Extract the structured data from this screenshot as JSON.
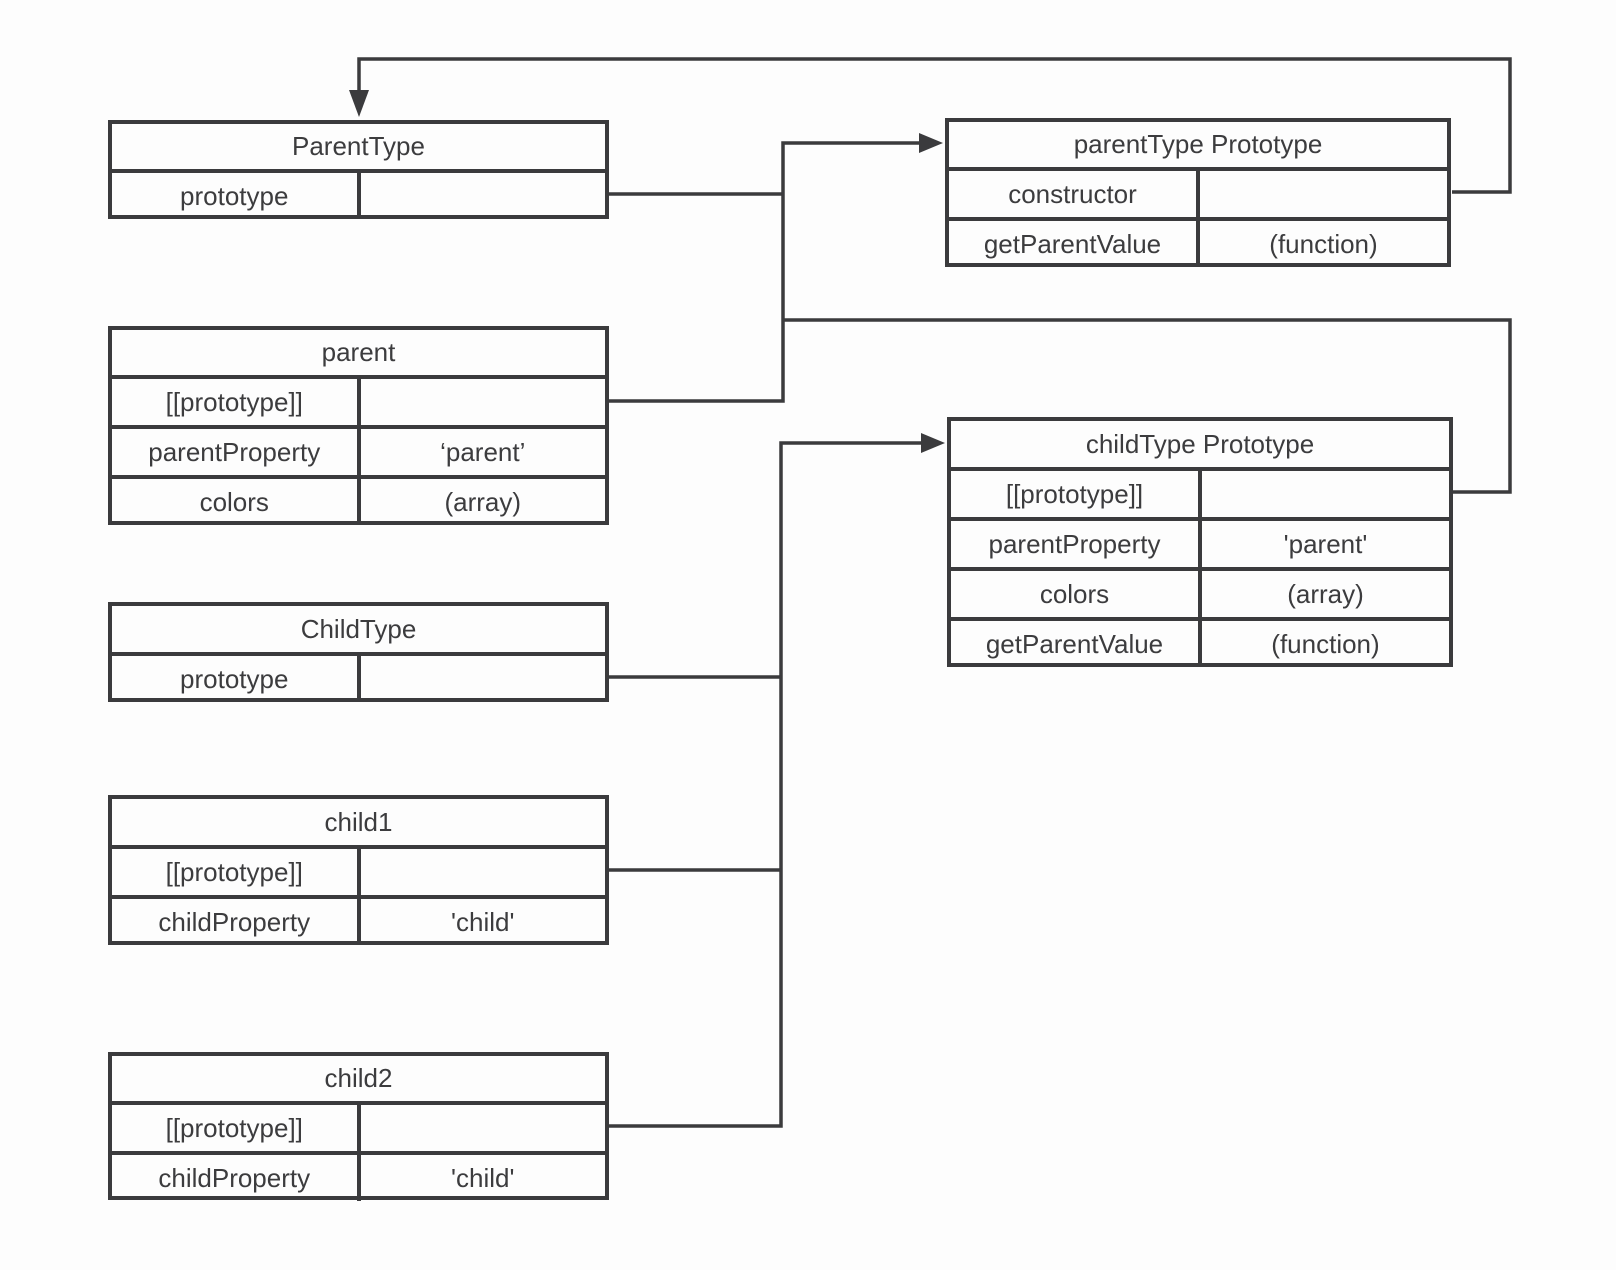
{
  "canvas": {
    "background_color": "#fdfdfd",
    "line_color": "#3b3b3d",
    "text_color": "#3c3c3e"
  },
  "boxes": {
    "parent_type": {
      "title": "ParentType",
      "rows": [
        {
          "key": "prototype",
          "value": ""
        }
      ]
    },
    "parent": {
      "title": "parent",
      "rows": [
        {
          "key": "[[prototype]]",
          "value": ""
        },
        {
          "key": "parentProperty",
          "value": "‘parent’"
        },
        {
          "key": "colors",
          "value": "(array)"
        }
      ]
    },
    "child_type": {
      "title": "ChildType",
      "rows": [
        {
          "key": "prototype",
          "value": ""
        }
      ]
    },
    "child1": {
      "title": "child1",
      "rows": [
        {
          "key": "[[prototype]]",
          "value": ""
        },
        {
          "key": "childProperty",
          "value": "'child'"
        }
      ]
    },
    "child2": {
      "title": "child2",
      "rows": [
        {
          "key": "[[prototype]]",
          "value": ""
        },
        {
          "key": "childProperty",
          "value": "'child'"
        }
      ]
    },
    "parent_type_prototype": {
      "title": "parentType Prototype",
      "rows": [
        {
          "key": "constructor",
          "value": ""
        },
        {
          "key": "getParentValue",
          "value": "(function)"
        }
      ]
    },
    "child_type_prototype": {
      "title": "childType Prototype",
      "rows": [
        {
          "key": "[[prototype]]",
          "value": ""
        },
        {
          "key": "parentProperty",
          "value": "'parent'"
        },
        {
          "key": "colors",
          "value": "(array)"
        },
        {
          "key": "getParentValue",
          "value": "(function)"
        }
      ]
    }
  },
  "connections": [
    {
      "from": "parentType Prototype.constructor",
      "to": "ParentType"
    },
    {
      "from": "ParentType.prototype",
      "to": "parentType Prototype"
    },
    {
      "from": "parent.[[prototype]]",
      "to": "parentType Prototype"
    },
    {
      "from": "childType Prototype.[[prototype]]",
      "to": "parentType Prototype"
    },
    {
      "from": "ChildType.prototype",
      "to": "childType Prototype"
    },
    {
      "from": "child1.[[prototype]]",
      "to": "childType Prototype"
    },
    {
      "from": "child2.[[prototype]]",
      "to": "childType Prototype"
    }
  ]
}
